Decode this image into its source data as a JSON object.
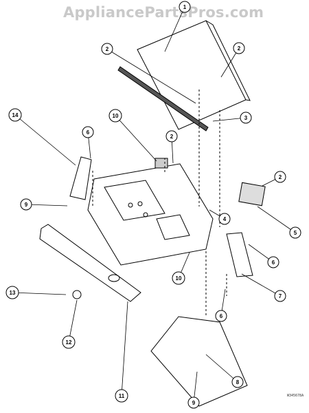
{
  "watermark": "AppliancePartsPros.com",
  "diagram_code": "W345678A",
  "callouts": [
    {
      "id": "c1",
      "label": "1"
    },
    {
      "id": "c2a",
      "label": "2"
    },
    {
      "id": "c2b",
      "label": "2"
    },
    {
      "id": "c3",
      "label": "3"
    },
    {
      "id": "c14",
      "label": "14"
    },
    {
      "id": "c6a",
      "label": "6"
    },
    {
      "id": "c10a",
      "label": "10"
    },
    {
      "id": "c2c",
      "label": "2"
    },
    {
      "id": "c2d",
      "label": "2"
    },
    {
      "id": "c9a",
      "label": "9"
    },
    {
      "id": "c4",
      "label": "4"
    },
    {
      "id": "c5",
      "label": "5"
    },
    {
      "id": "c6b",
      "label": "6"
    },
    {
      "id": "c10b",
      "label": "10"
    },
    {
      "id": "c7",
      "label": "7"
    },
    {
      "id": "c13",
      "label": "13"
    },
    {
      "id": "c6c",
      "label": "6"
    },
    {
      "id": "c12",
      "label": "12"
    },
    {
      "id": "c11",
      "label": "11"
    },
    {
      "id": "c8",
      "label": "8"
    },
    {
      "id": "c9b",
      "label": "9"
    }
  ]
}
